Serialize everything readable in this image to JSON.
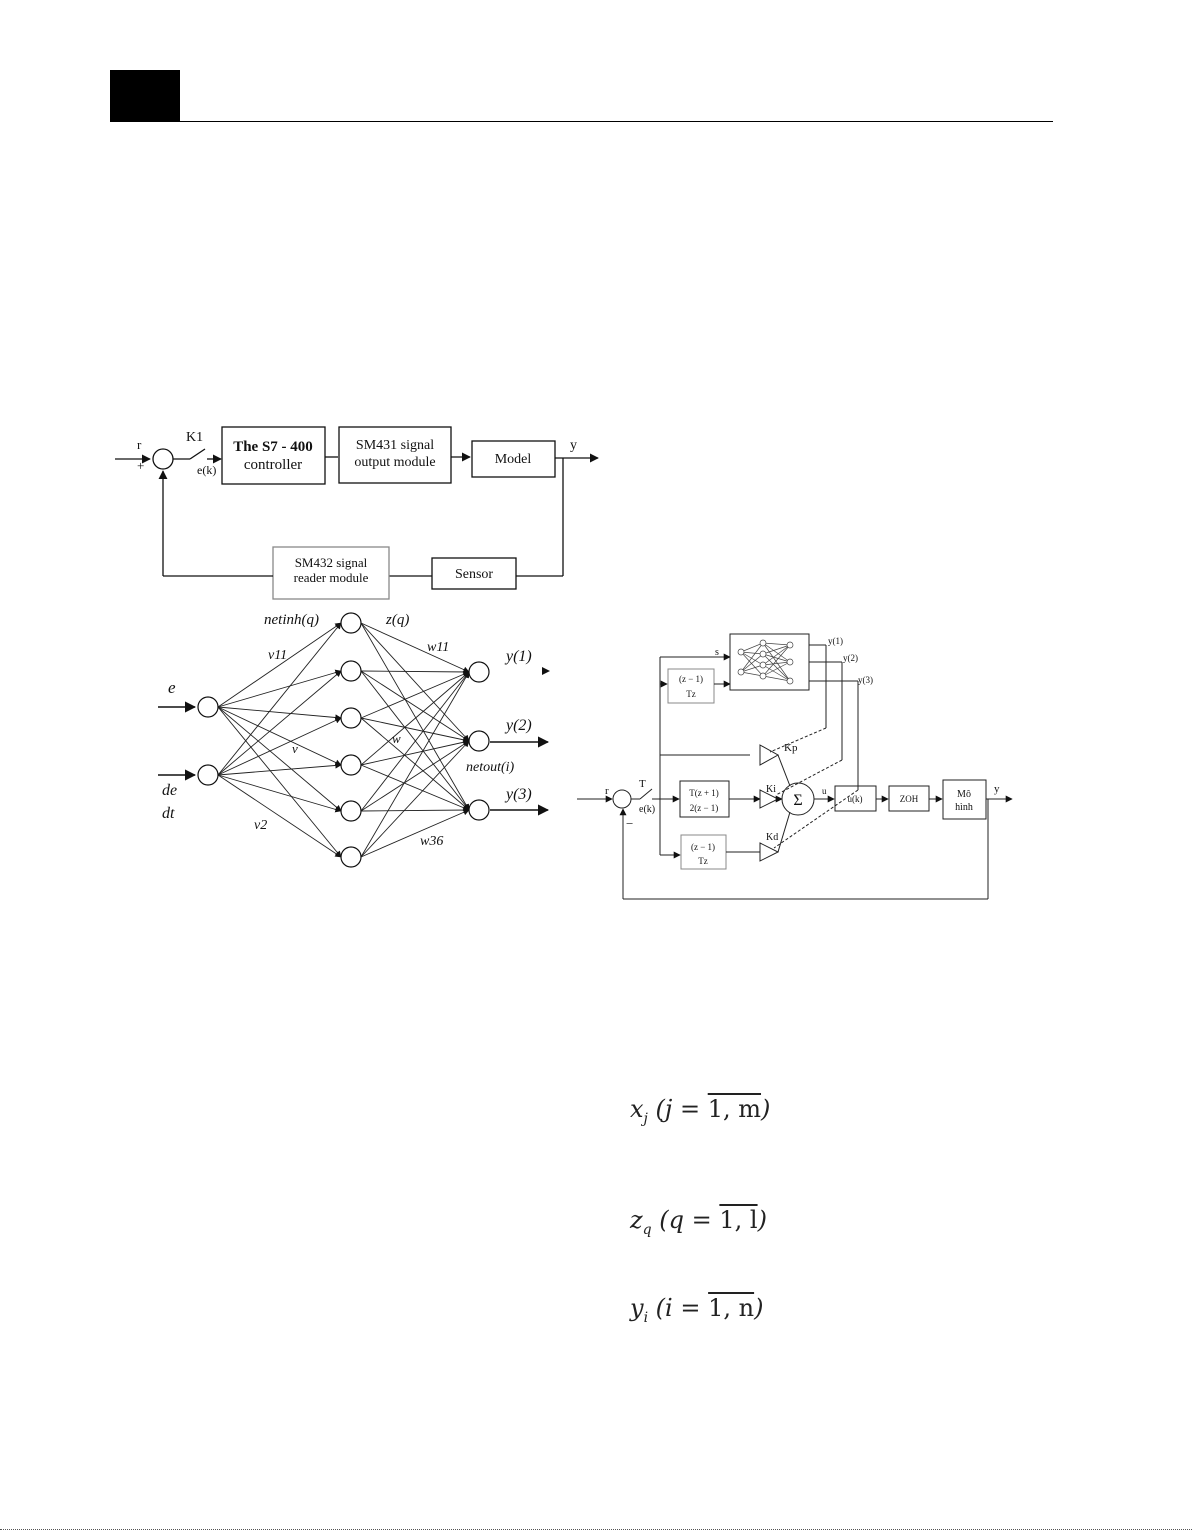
{
  "fig1": {
    "r": "r",
    "plus": "+",
    "switch": "K1",
    "e": "e(k)",
    "controller_l1": "The S7 - 400",
    "controller_l2": "controller",
    "output_l1": "SM431 signal",
    "output_l2": "output module",
    "model": "Model",
    "y": "y",
    "reader_l1": "SM432 signal",
    "reader_l2": "reader module",
    "sensor": "Sensor"
  },
  "fig2": {
    "in_e": "e",
    "in_de": "de",
    "in_dt": "dt",
    "netinh": "netinh(q)",
    "zq": "z(q)",
    "v11": "v11",
    "vq": "v",
    "v2": "v2",
    "w11": "w11",
    "wi": "w",
    "w36": "w36",
    "y1": "y(1)",
    "y2": "y(2)",
    "y3": "y(3)",
    "netout": "netout(i)"
  },
  "fig3": {
    "r": "r",
    "minus": "−",
    "T": "T",
    "ek": "e(k)",
    "s": "s",
    "z1_top": "(z − 1)",
    "z1_bot": "Tz",
    "tf2_top": "T(z + 1)",
    "tf2_bot": "2(z − 1)",
    "tf3_top": "(z − 1)",
    "tf3_bot": "Tz",
    "o1": "y(1)",
    "o2": "y(2)",
    "o3": "y(3)",
    "kp": "Kp",
    "ki": "Ki",
    "kd": "Kd",
    "sum": "Σ",
    "u": "u",
    "uk": "u(k)",
    "zoh": "ZOH",
    "plant_l1": "Mô",
    "plant_l2": "hình",
    "y": "y"
  },
  "equations": {
    "xj_base": "x",
    "xj_sub": "j",
    "xj_idx": "j",
    "xj_range": "1, m",
    "zq_base": "z",
    "zq_sub": "q",
    "zq_idx": "q",
    "zq_range": "1, l",
    "yi_base": "y",
    "yi_sub": "i",
    "yi_idx": "i",
    "yi_range": "1, n"
  }
}
